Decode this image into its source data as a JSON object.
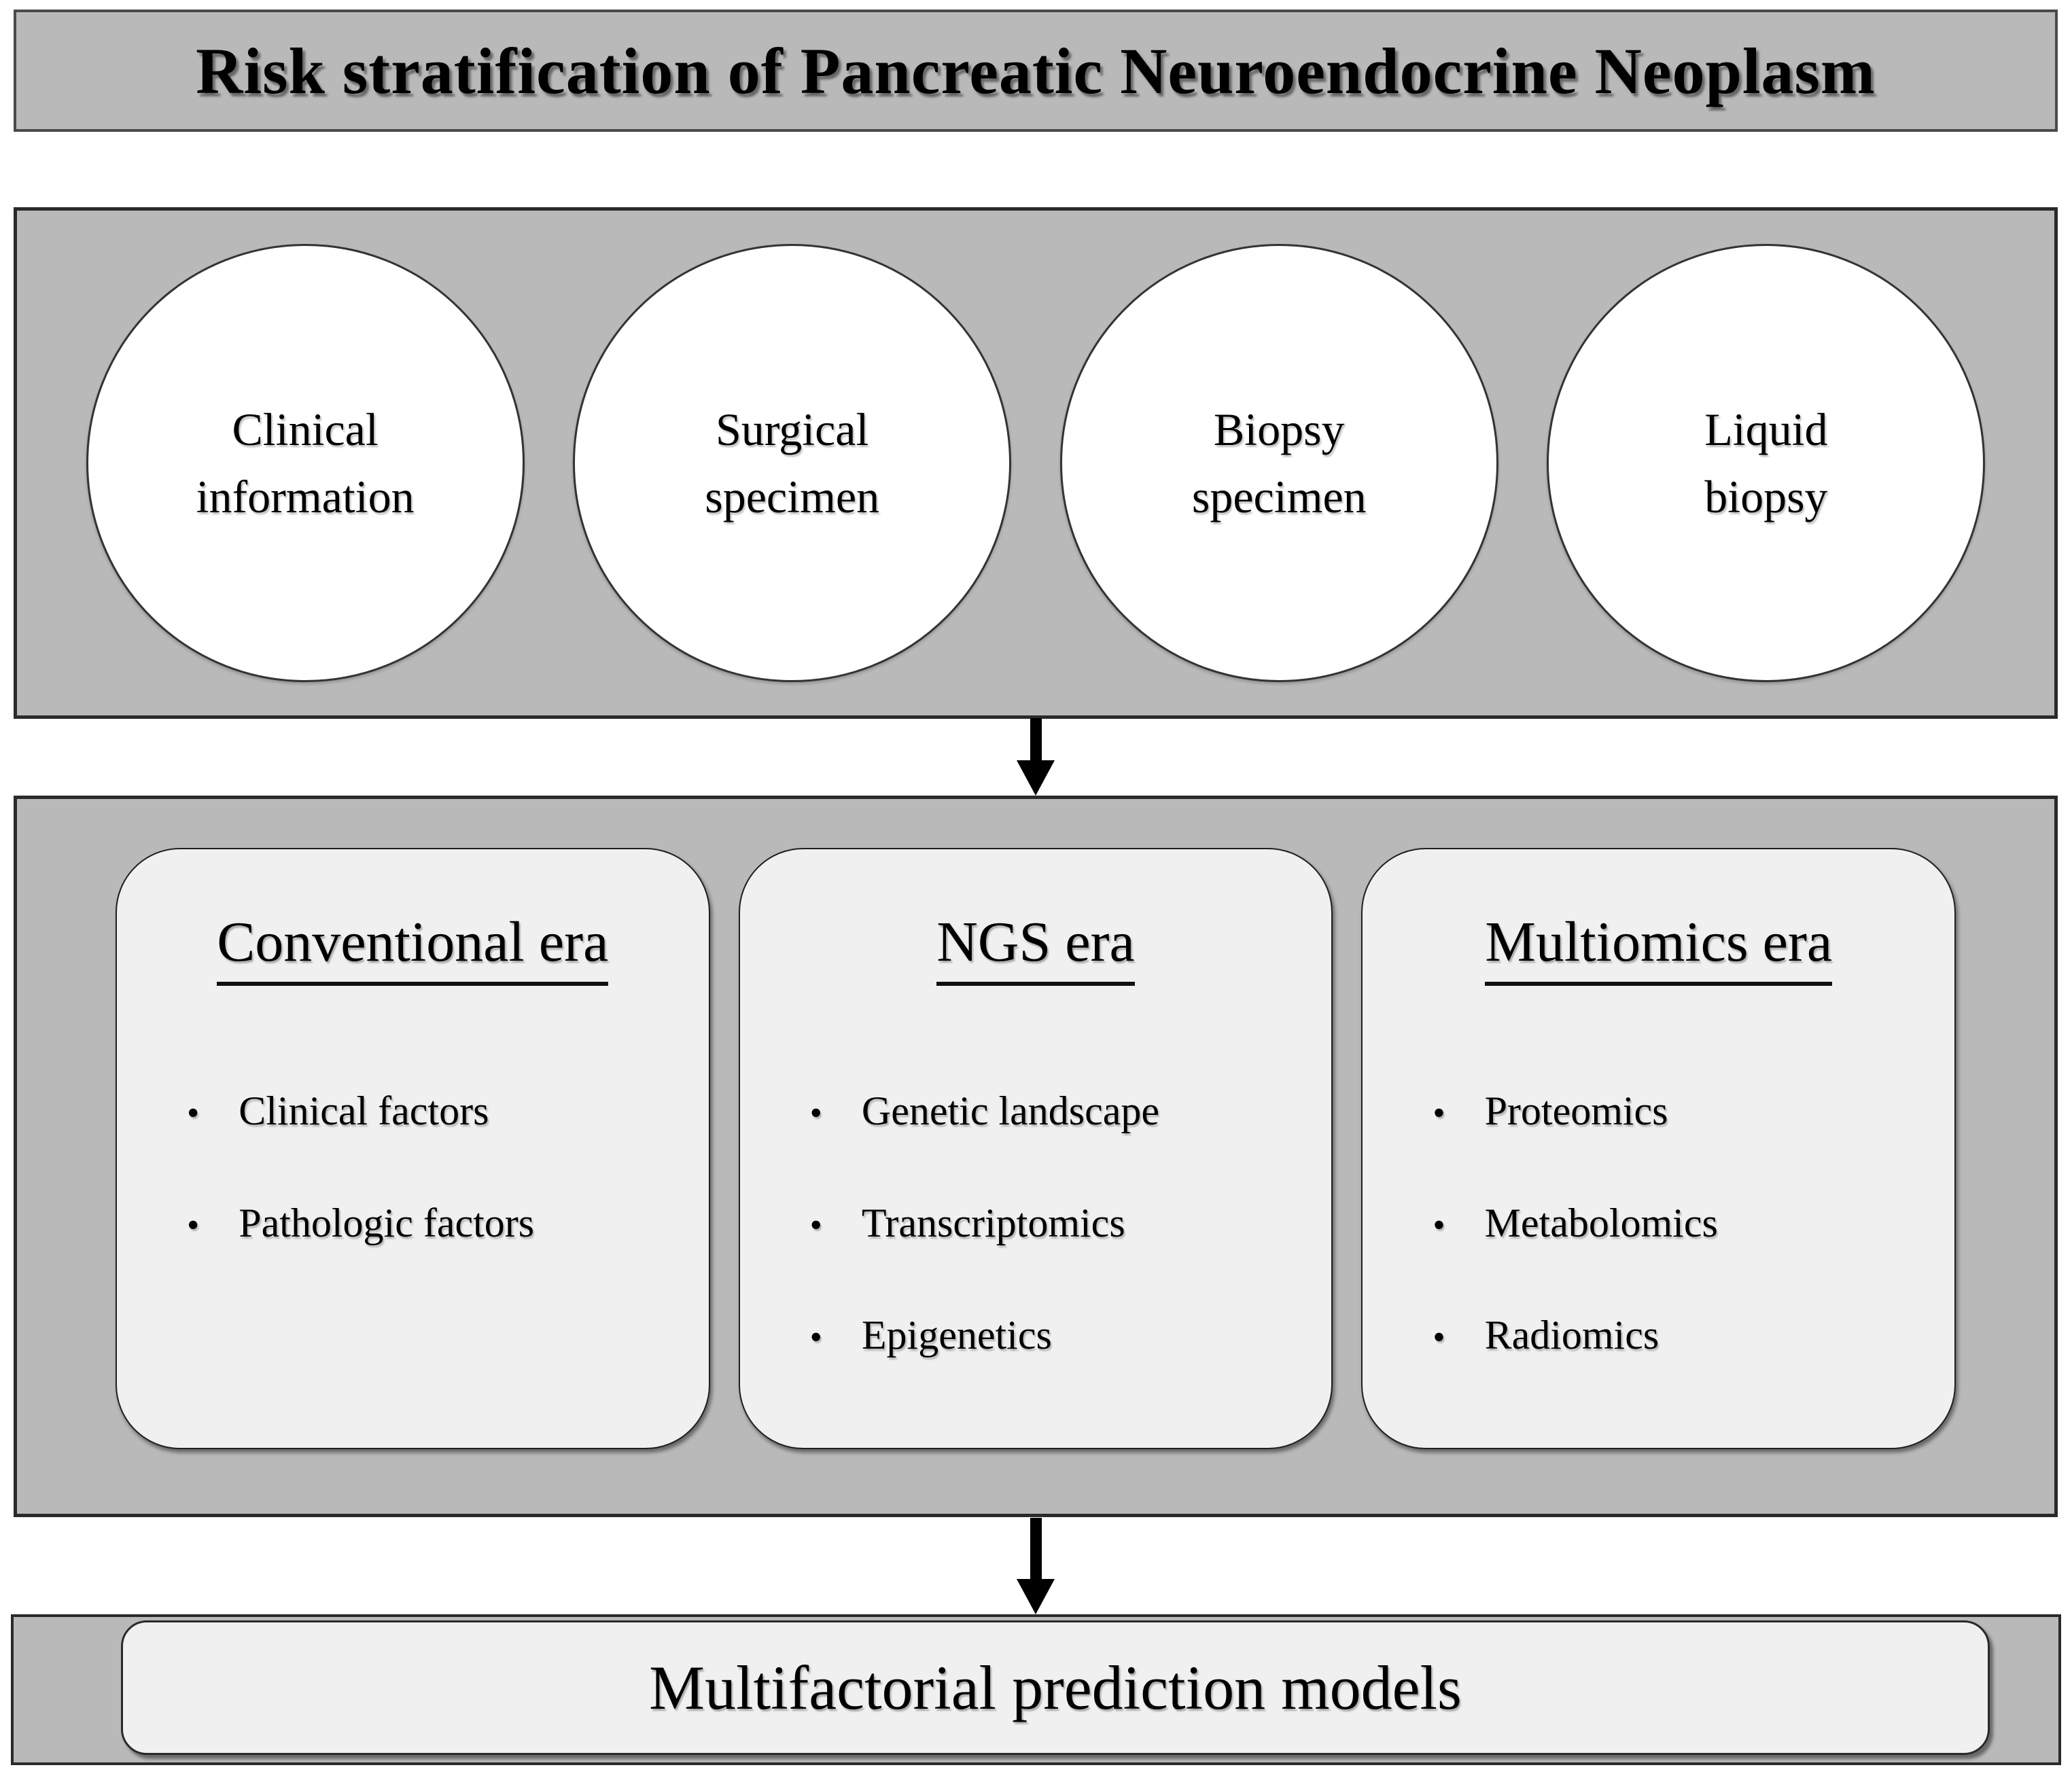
{
  "colors": {
    "page_bg": "#ffffff",
    "panel_bg": "#b9b9b9",
    "panel_border": "#2a2a2a",
    "banner_border": "#4a4a4a",
    "card_bg": "#f0f0f0",
    "card_border": "#1f1f1f",
    "circle_bg": "#ffffff",
    "circle_border": "#333333",
    "ink": "#000000"
  },
  "title": {
    "label": "Risk stratification of Pancreatic Neuroendocrine Neoplasm"
  },
  "sources": {
    "circles": [
      {
        "label": "Clinical\ninformation"
      },
      {
        "label": "Surgical\nspecimen"
      },
      {
        "label": "Biopsy\nspecimen"
      },
      {
        "label": "Liquid\nbiopsy"
      }
    ]
  },
  "eras": [
    {
      "heading": "Conventional era",
      "bullets": [
        "Clinical factors",
        "Pathologic factors"
      ]
    },
    {
      "heading": "NGS era",
      "bullets": [
        "Genetic landscape",
        "Transcriptomics",
        "Epigenetics"
      ]
    },
    {
      "heading": "Multiomics era",
      "bullets": [
        "Proteomics",
        "Metabolomics",
        "Radiomics"
      ]
    }
  ],
  "output": {
    "label": "Multifactorial prediction models"
  },
  "icons": {
    "bullet": "•",
    "flow_arrow": "down-arrow"
  }
}
